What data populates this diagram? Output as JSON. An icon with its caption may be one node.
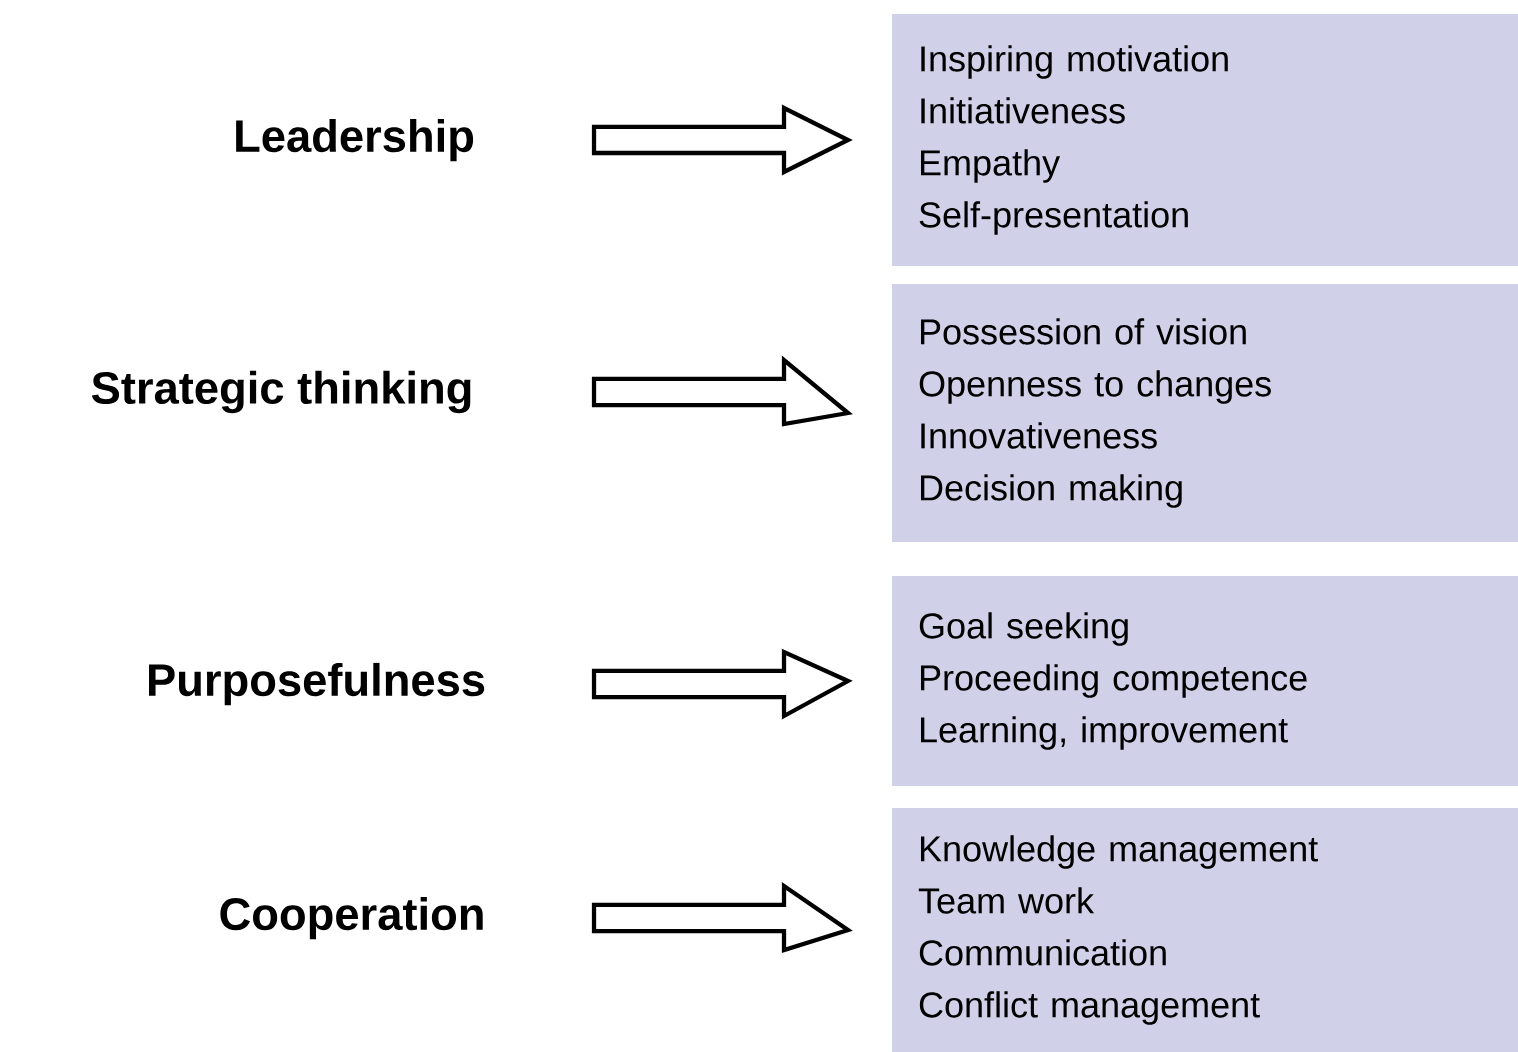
{
  "diagram": {
    "nodes": [
      {
        "text": [
          "Leadership"
        ]
      },
      {
        "text": [
          "Inspiring motivation",
          "Initiativeness",
          "Empathy",
          "Self-presentation"
        ]
      },
      {
        "text": [
          "Strategic thinking"
        ]
      },
      {
        "text": [
          "Possession of vision",
          "Openness to changes",
          "Innovativeness",
          "Decision making"
        ]
      },
      {
        "text": [
          "Purposefulness"
        ]
      },
      {
        "text": [
          "Goal seeking",
          "Proceeding competence",
          "Learning, improvement"
        ]
      },
      {
        "text": [
          "Cooperation"
        ]
      },
      {
        "text": [
          "Knowledge management",
          "Team work",
          "Communication",
          "Conflict management"
        ]
      }
    ],
    "edges": [
      {
        "from": 0,
        "to": 1,
        "arrow": "to"
      },
      {
        "from": 2,
        "to": 3,
        "arrow": "to"
      },
      {
        "from": 4,
        "to": 5,
        "arrow": "to"
      },
      {
        "from": 6,
        "to": 7,
        "arrow": "to"
      }
    ]
  }
}
